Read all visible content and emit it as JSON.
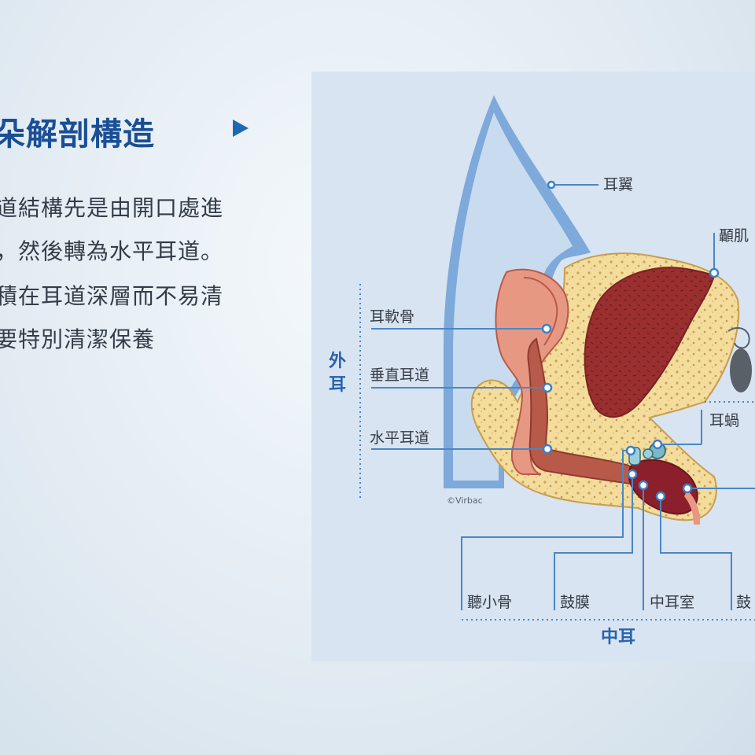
{
  "heading": {
    "title": "朵解剖構造"
  },
  "description": {
    "lines": [
      "道結構先是由開口處進",
      "，然後轉為水平耳道。",
      "積在耳道深層而不易清",
      "要特別清潔保養"
    ]
  },
  "figure": {
    "credit": "©Virbac",
    "outer_ear_group": [
      "外",
      "耳"
    ],
    "middle_ear_group": "中耳",
    "labels": {
      "pinna": "耳翼",
      "temporal_muscle": "顳肌",
      "ear_cartilage": "耳軟骨",
      "vertical_canal": "垂直耳道",
      "horizontal_canal": "水平耳道",
      "cochlea": "耳蝸",
      "ossicles": "聽小骨",
      "eardrum": "鼓膜",
      "middle_ear_cavity": "中耳室",
      "tympanic_bulla_partial": "鼓"
    },
    "colors": {
      "accent_blue": "#2a63ad",
      "pinna_blue": "#7ea9db",
      "bone": "#f3dc9c",
      "muscle": "#9a2f2f",
      "canal": "#b85a4a",
      "cartilage": "#e79882"
    }
  }
}
